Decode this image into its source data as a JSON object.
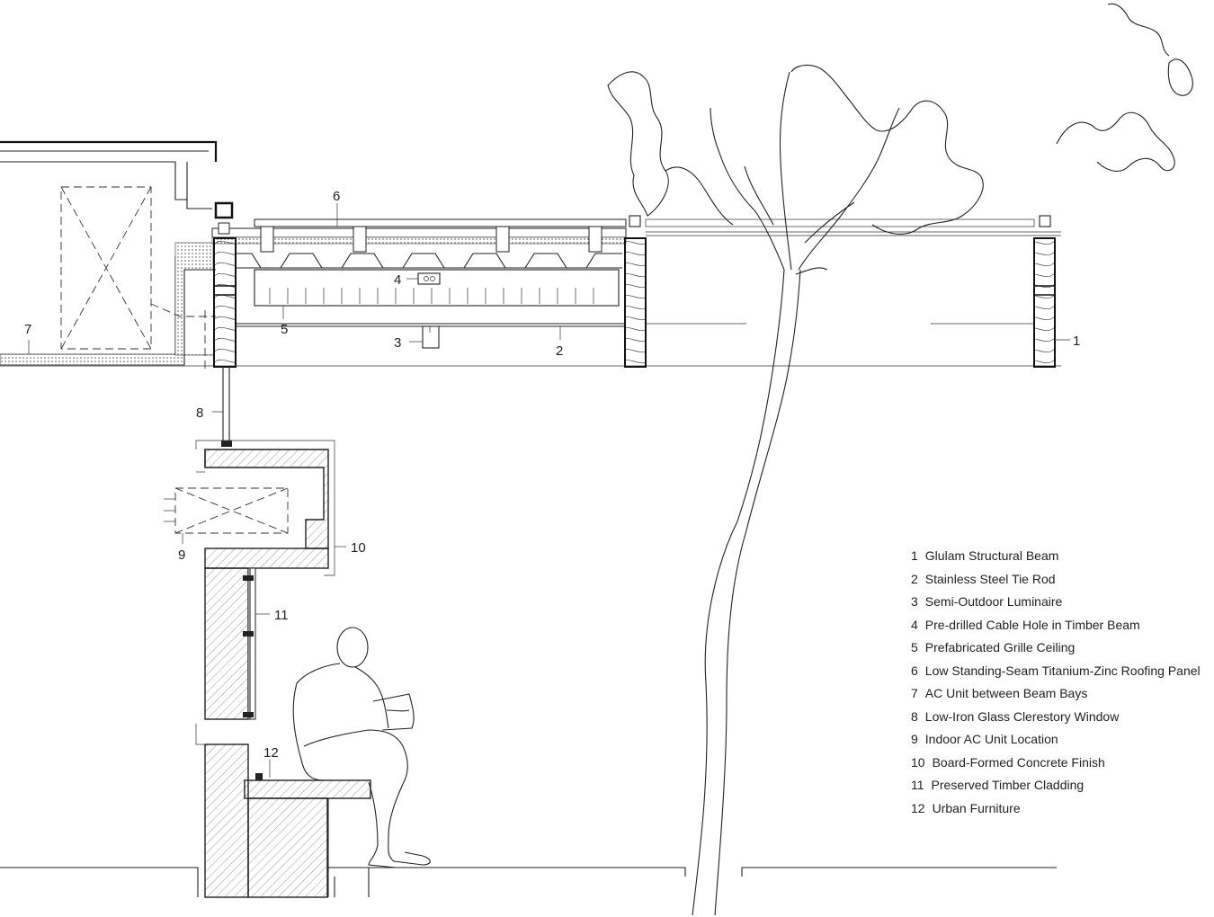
{
  "callouts": [
    {
      "num": "1"
    },
    {
      "num": "2"
    },
    {
      "num": "3"
    },
    {
      "num": "4"
    },
    {
      "num": "5"
    },
    {
      "num": "6"
    },
    {
      "num": "7"
    },
    {
      "num": "8"
    },
    {
      "num": "9"
    },
    {
      "num": "10"
    },
    {
      "num": "11"
    },
    {
      "num": "12"
    }
  ],
  "legend": [
    {
      "num": "1",
      "text": "Glulam Structural Beam"
    },
    {
      "num": "2",
      "text": "Stainless Steel Tie Rod"
    },
    {
      "num": "3",
      "text": "Semi-Outdoor Luminaire"
    },
    {
      "num": "4",
      "text": "Pre-drilled Cable Hole in Timber Beam"
    },
    {
      "num": "5",
      "text": "Prefabricated Grille Ceiling"
    },
    {
      "num": "6",
      "text": "Low Standing-Seam Titanium-Zinc Roofing Panel"
    },
    {
      "num": "7",
      "text": "AC Unit between Beam Bays"
    },
    {
      "num": "8",
      "text": "Low-Iron Glass Clerestory Window"
    },
    {
      "num": "9",
      "text": "Indoor AC Unit Location"
    },
    {
      "num": "10",
      "text": "Board-Formed Concrete Finish"
    },
    {
      "num": "11",
      "text": "Preserved Timber Cladding"
    },
    {
      "num": "12",
      "text": "Urban Furniture"
    }
  ]
}
